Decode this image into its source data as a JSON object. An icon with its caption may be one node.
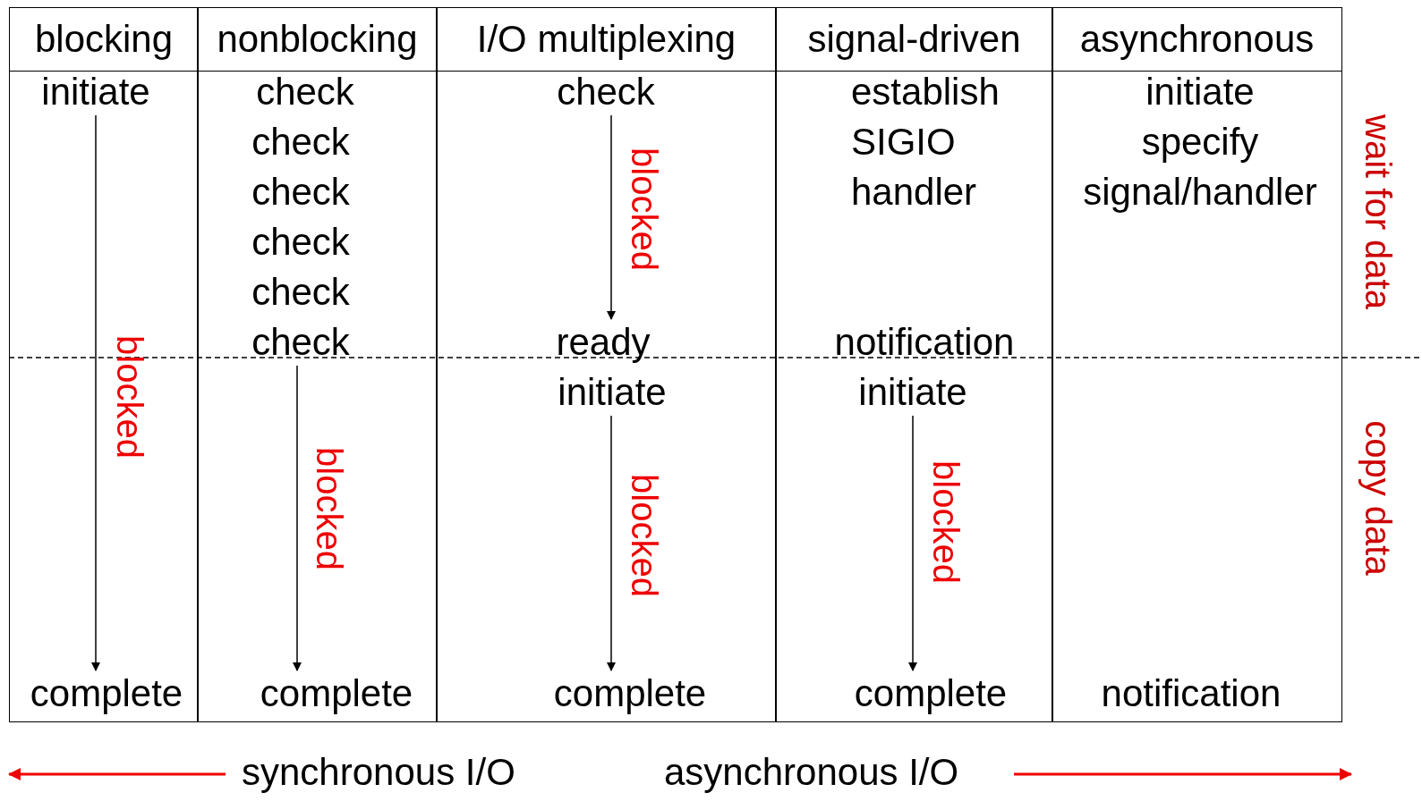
{
  "diagram": {
    "nodes": [
      {
        "text": [
          "blocking"
        ]
      },
      {
        "text": [
          "initiate"
        ],
        "in": 0
      },
      {
        "text": [
          "complete"
        ],
        "in": 0
      },
      {
        "text": [
          "nonblocking"
        ]
      },
      {
        "text": [
          "check"
        ],
        "in": 3
      },
      {
        "text": [
          "check"
        ],
        "in": 3
      },
      {
        "text": [
          "check"
        ],
        "in": 3
      },
      {
        "text": [
          "check"
        ],
        "in": 3
      },
      {
        "text": [
          "check"
        ],
        "in": 3
      },
      {
        "text": [
          "check"
        ],
        "in": 3
      },
      {
        "text": [
          "complete"
        ],
        "in": 3
      },
      {
        "text": [
          "I/O multiplexing"
        ]
      },
      {
        "text": [
          "check"
        ],
        "in": 11
      },
      {
        "text": [
          "ready"
        ],
        "in": 11
      },
      {
        "text": [
          "initiate"
        ],
        "in": 11
      },
      {
        "text": [
          "complete"
        ],
        "in": 11
      },
      {
        "text": [
          "signal-driven"
        ]
      },
      {
        "text": [
          "establish SIGIO handler"
        ],
        "in": 16
      },
      {
        "text": [
          "notification"
        ],
        "in": 16
      },
      {
        "text": [
          "initiate"
        ],
        "in": 16
      },
      {
        "text": [
          "complete"
        ],
        "in": 16
      },
      {
        "text": [
          "asynchronous"
        ]
      },
      {
        "text": [
          "initiate specify signal/handler"
        ],
        "in": 21
      },
      {
        "text": [
          "notification"
        ],
        "in": 21
      }
    ],
    "edges": [
      {
        "from": 1,
        "to": 2,
        "arrow": "to",
        "label": "blocked"
      },
      {
        "from": 9,
        "to": 10,
        "arrow": "to",
        "label": "blocked"
      },
      {
        "from": 12,
        "to": 13,
        "arrow": "to",
        "label": "blocked"
      },
      {
        "from": 14,
        "to": 15,
        "arrow": "to",
        "label": "blocked"
      },
      {
        "from": 19,
        "to": 20,
        "arrow": "to",
        "label": "blocked"
      }
    ],
    "labels": [
      "wait for data",
      "copy data",
      "synchronous I/O",
      "asynchronous I/O"
    ]
  }
}
